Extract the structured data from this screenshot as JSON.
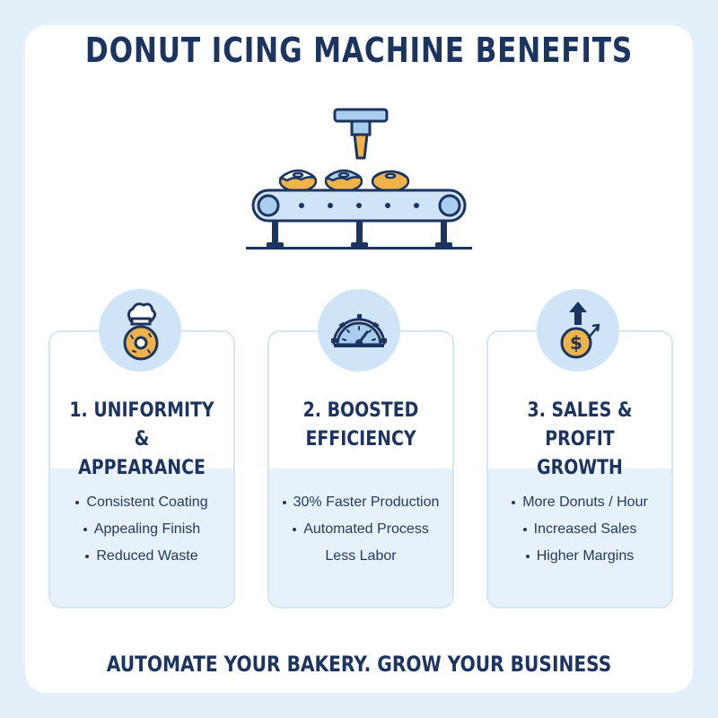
{
  "title": "DONUT ICING MACHINE BENEFITS",
  "icons": {
    "hero": "conveyor-icing-machine-icon",
    "panel1": "donut-chef-hat-icon",
    "panel2": "speedometer-gear-icon",
    "panel3": "dollar-growth-icon"
  },
  "colors": {
    "navy": "#1c3460",
    "light_blue": "#cfe4f6",
    "icing_blue": "#a9cdec",
    "gold": "#f0b24a",
    "background": "#e3f0fa"
  },
  "panels": [
    {
      "title_line1": "1. UNIFORMITY &",
      "title_line2": "APPEARANCE",
      "bullets": [
        "Consistent Coating",
        "Appealing Finish",
        "Reduced Waste"
      ]
    },
    {
      "title_line1": "2. BOOSTED",
      "title_line2": "EFFICIENCY",
      "bullets": [
        "30% Faster Production",
        "Automated Process",
        "Less Labor"
      ]
    },
    {
      "title_line1": "3. SALES & PROFIT",
      "title_line2": "GROWTH",
      "bullets": [
        "More Donuts / Hour",
        "Increased Sales",
        "Higher Margins"
      ]
    }
  ],
  "footer": "AUTOMATE YOUR BAKERY. GROW YOUR BUSINESS"
}
